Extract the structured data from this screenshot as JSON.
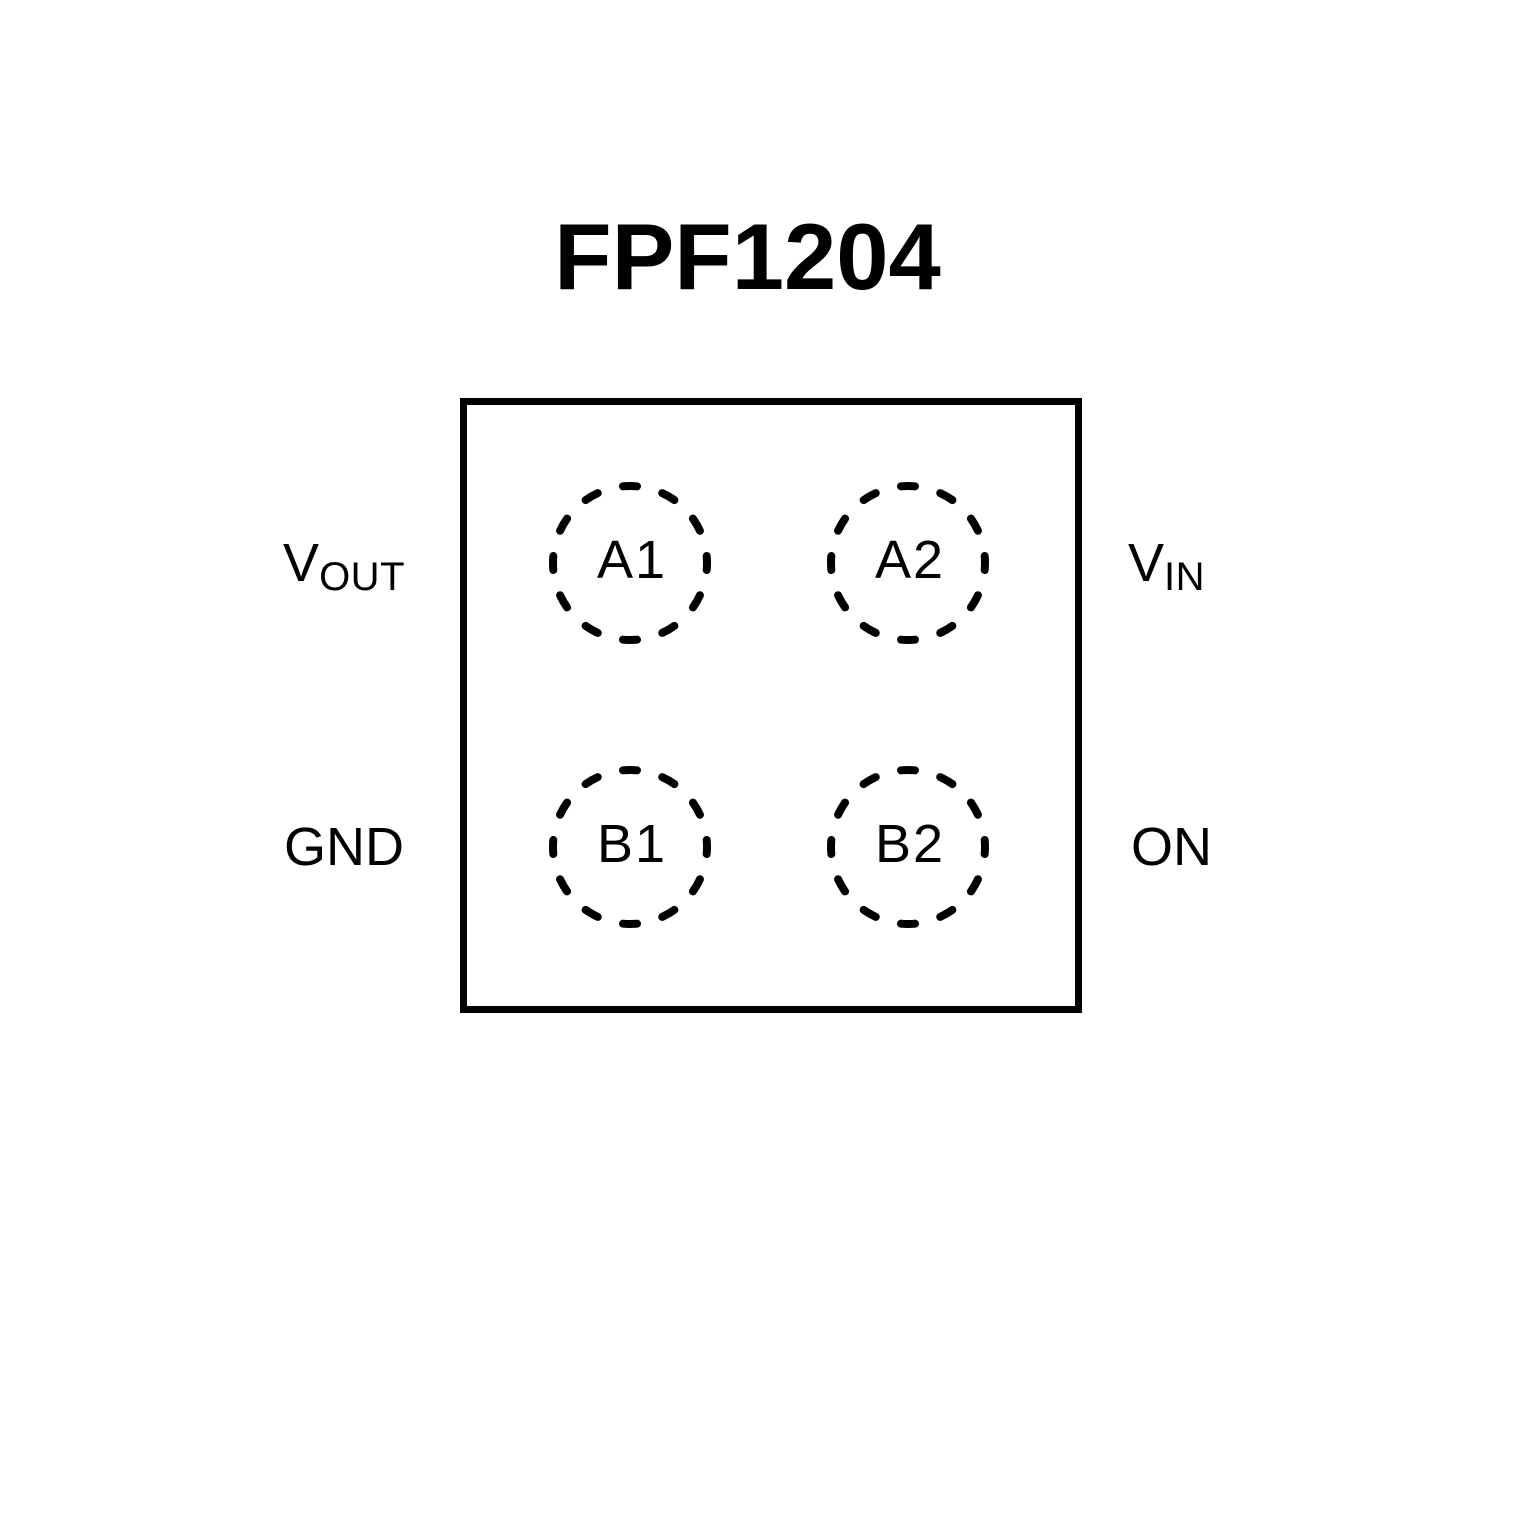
{
  "title": "FPF1204",
  "package": {
    "pads": {
      "a1": "A1",
      "a2": "A2",
      "b1": "B1",
      "b2": "B2"
    },
    "pins": {
      "left_top": {
        "main": "V",
        "sub": "OUT"
      },
      "left_bottom": {
        "main": "GND",
        "sub": ""
      },
      "right_top": {
        "main": "V",
        "sub": "IN"
      },
      "right_bottom": {
        "main": "ON",
        "sub": ""
      }
    }
  },
  "colors": {
    "ink": "#000000",
    "background": "#ffffff"
  }
}
